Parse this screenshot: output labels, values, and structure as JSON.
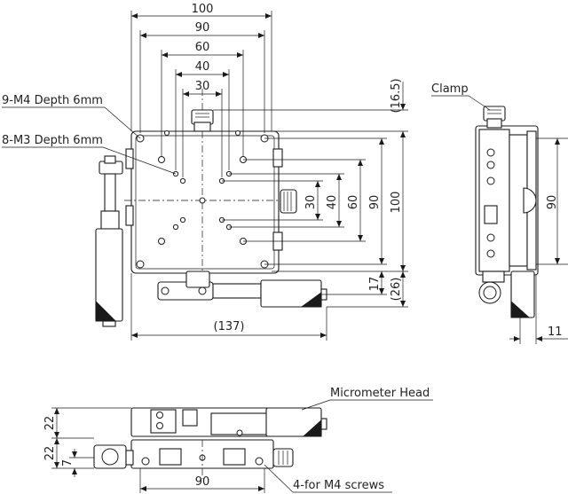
{
  "labels": {
    "holes_m4": "9-M4 Depth 6mm",
    "holes_m3": "8-M3 Depth 6mm",
    "clamp": "Clamp",
    "micrometer_head": "Micrometer Head",
    "screws": "4-for M4 screws"
  },
  "dimensions": {
    "top_100": "100",
    "top_90": "90",
    "top_60": "60",
    "top_40": "40",
    "top_30": "30",
    "right_16_5": "(16.5)",
    "right_30": "30",
    "right_40": "40",
    "right_60": "60",
    "right_90": "90",
    "right_100": "100",
    "right_17": "17",
    "right_26": "(26)",
    "bottom_137": "(137)",
    "side_90": "90",
    "side_11": "11",
    "front_22_top": "22",
    "front_22_bottom": "22",
    "front_7": "7",
    "front_90": "90"
  }
}
